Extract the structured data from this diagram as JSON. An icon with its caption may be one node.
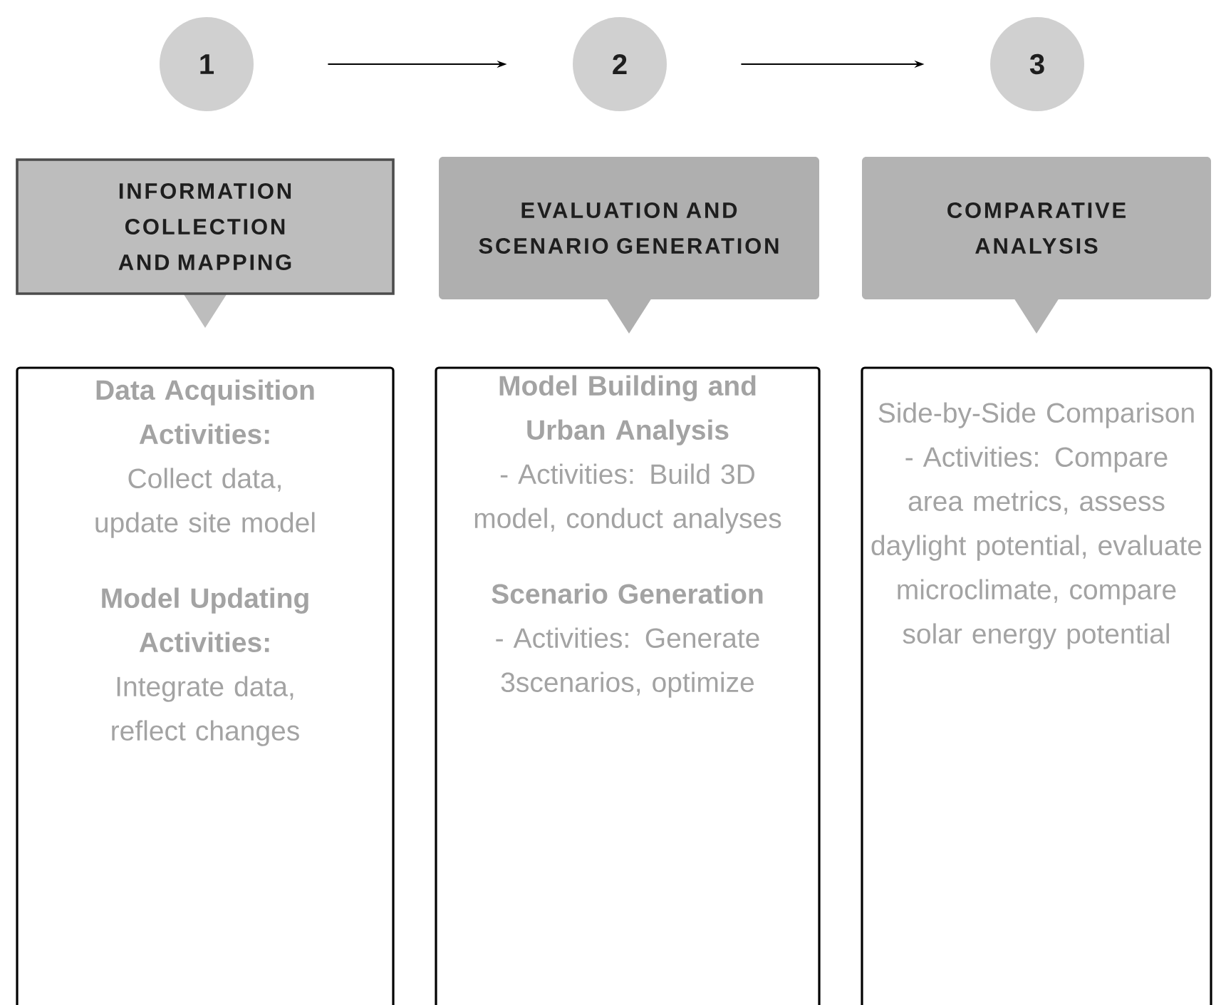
{
  "diagram": {
    "nodes": [
      {
        "text": [
          "1"
        ]
      },
      {
        "text": [
          "2"
        ]
      },
      {
        "text": [
          "3"
        ]
      },
      {
        "text": [
          "INFORMATION COLLECTION AND MAPPING"
        ]
      },
      {
        "text": [
          "EVALUATION AND SCENARIO GENERATION"
        ]
      },
      {
        "text": [
          "COMPARATIVE ANALYSIS"
        ]
      },
      {
        "text": [
          "Data Acquisition",
          "Activities:",
          "Collect data, update site model",
          "Model Updating",
          "Activities:",
          "Integrate  data, reflect changes"
        ]
      },
      {
        "text": [
          "Model Building and Urban  Analysis",
          "- Activities: Build 3D model, conduct analyses",
          "Scenario Generation",
          "- Activities: Generate 3scenarios, optimize"
        ]
      },
      {
        "text": [
          "Side-by-Side Comparison",
          "- Activities: Compare area metrics, assess daylight potential, evaluate microclimate, compare solar energy potential"
        ]
      }
    ],
    "edges": [
      {
        "from": 0,
        "to": 1,
        "arrow": "to"
      },
      {
        "from": 1,
        "to": 2,
        "arrow": "to"
      }
    ]
  }
}
